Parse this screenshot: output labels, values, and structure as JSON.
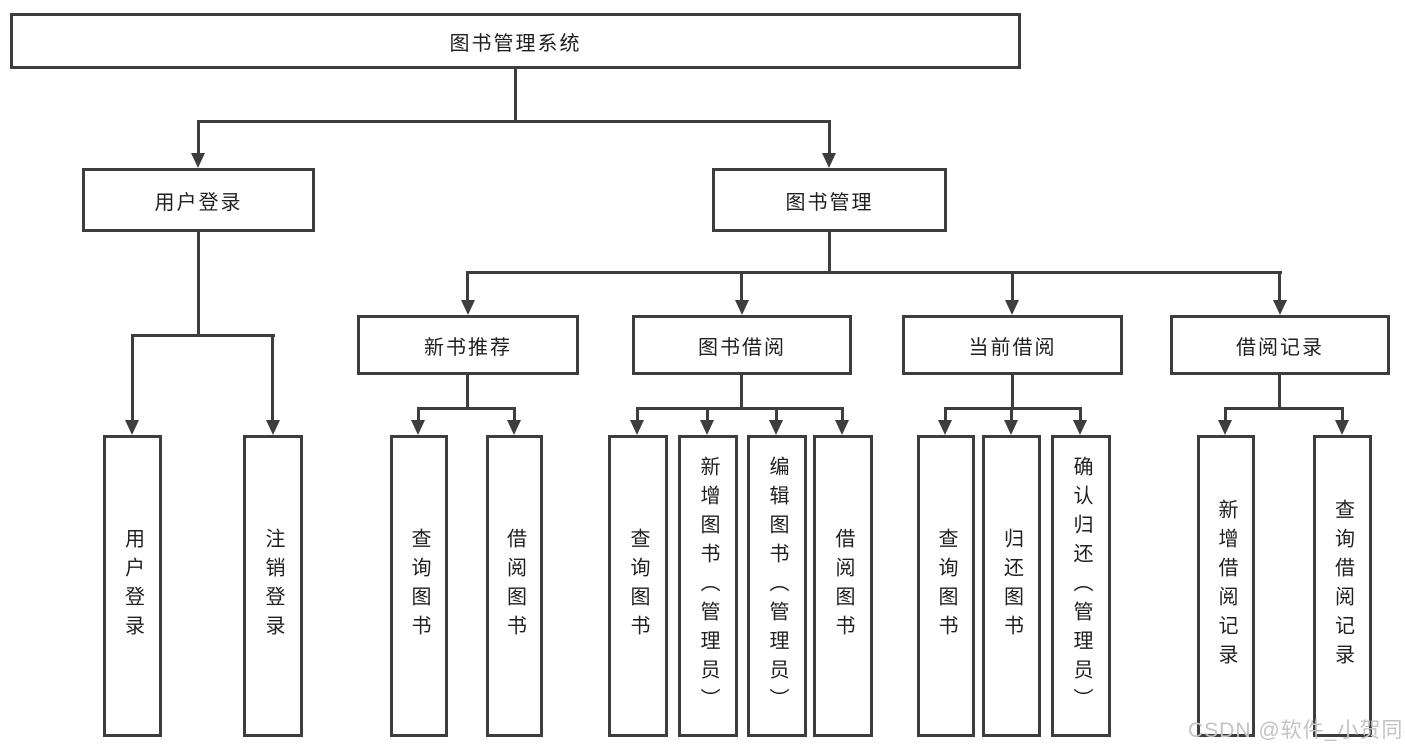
{
  "diagram": {
    "type": "functional-structure-tree",
    "root": {
      "label": "图书管理系统"
    },
    "branches": [
      {
        "label": "用户登录"
      },
      {
        "label": "图书管理"
      }
    ],
    "sections": [
      {
        "label": "新书推荐"
      },
      {
        "label": "图书借阅"
      },
      {
        "label": "当前借阅"
      },
      {
        "label": "借阅记录"
      }
    ],
    "leaves": [
      {
        "label": "用户登录",
        "parent": "用户登录"
      },
      {
        "label": "注销登录",
        "parent": "用户登录"
      },
      {
        "label": "查询图书",
        "parent": "新书推荐"
      },
      {
        "label": "借阅图书",
        "parent": "新书推荐"
      },
      {
        "label": "查询图书",
        "parent": "图书借阅"
      },
      {
        "label": "新增图书（管理员）",
        "parent": "图书借阅"
      },
      {
        "label": "编辑图书（管理员）",
        "parent": "图书借阅"
      },
      {
        "label": "借阅图书",
        "parent": "图书借阅"
      },
      {
        "label": "查询图书",
        "parent": "当前借阅"
      },
      {
        "label": "归还图书",
        "parent": "当前借阅"
      },
      {
        "label": "确认归还（管理员）",
        "parent": "当前借阅"
      },
      {
        "label": "新增借阅记录",
        "parent": "借阅记录"
      },
      {
        "label": "查询借阅记录",
        "parent": "借阅记录"
      }
    ],
    "colors": {
      "line": "#3d3d3d",
      "text": "#1f1f1f",
      "background": "#ffffff",
      "watermark": "#c3c3c3"
    }
  },
  "watermark": {
    "text": "CSDN @软件_小贺同学"
  }
}
